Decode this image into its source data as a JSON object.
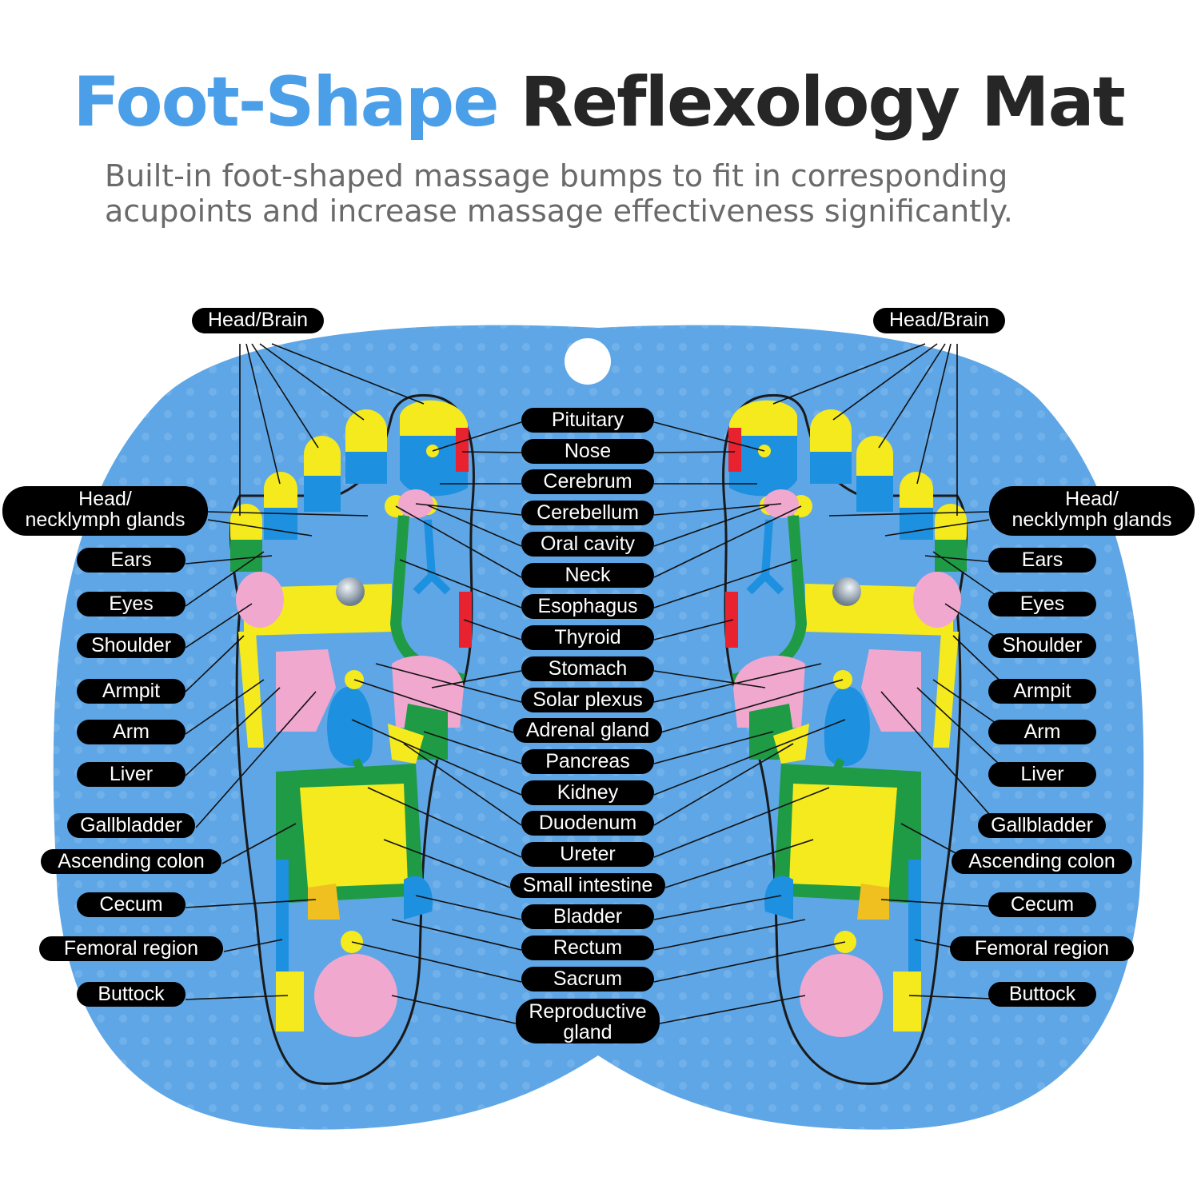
{
  "header": {
    "title_highlight": "Foot-Shape",
    "title_rest": "Reflexology Mat",
    "subtitle_line1": "Built-in foot-shaped massage bumps to fit in corresponding",
    "subtitle_line2": "acupoints and increase massage effectiveness significantly."
  },
  "colors": {
    "accent_blue": "#4a9fe8",
    "mat_blue": "#5fa6e6",
    "zone_yellow": "#f5ea1e",
    "zone_pink": "#f0a8cf",
    "zone_green": "#1f9a45",
    "zone_blue": "#1e90e0",
    "zone_red": "#e8232f",
    "label_bg": "#000000"
  },
  "labels": {
    "head_brain": "Head/Brain",
    "head_neck_1": "Head/",
    "head_neck_2": "necklymph glands",
    "ears": "Ears",
    "eyes": "Eyes",
    "shoulder": "Shoulder",
    "armpit": "Armpit",
    "arm": "Arm",
    "liver": "Liver",
    "gallbladder": "Gallbladder",
    "ascending_colon": "Ascending colon",
    "cecum": "Cecum",
    "femoral_region": "Femoral region",
    "buttock": "Buttock",
    "pituitary": "Pituitary",
    "nose": "Nose",
    "cerebrum": "Cerebrum",
    "cerebellum": "Cerebellum",
    "oral_cavity": "Oral cavity",
    "neck": "Neck",
    "esophagus": "Esophagus",
    "thyroid": "Thyroid",
    "stomach": "Stomach",
    "solar_plexus": "Solar plexus",
    "adrenal_gland": "Adrenal gland",
    "pancreas": "Pancreas",
    "kidney": "Kidney",
    "duodenum": "Duodenum",
    "ureter": "Ureter",
    "small_intestine": "Small intestine",
    "bladder": "Bladder",
    "rectum": "Rectum",
    "sacrum": "Sacrum",
    "reproductive_1": "Reproductive",
    "reproductive_2": "gland"
  }
}
